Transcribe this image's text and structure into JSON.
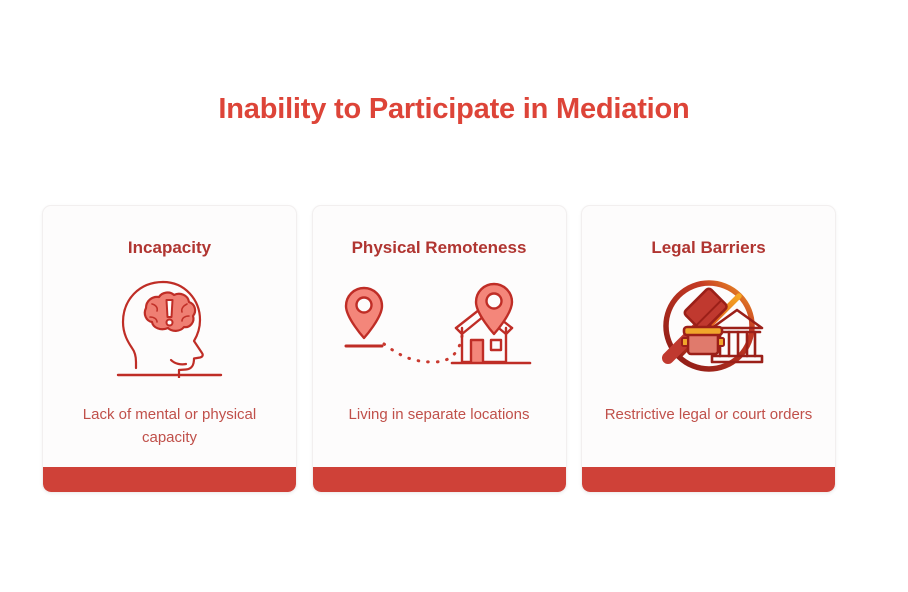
{
  "header": {
    "title": "Inability to Participate in Mediation",
    "title_color": "#dd4438"
  },
  "theme": {
    "page_background": "#ffffff",
    "card_background": "#fdfcfc",
    "card_border": "#f2efef",
    "card_title_color": "#b03531",
    "card_desc_color": "#c0504a",
    "card_bar_color": "#cf4138",
    "icon_outline": "#bf2d26",
    "icon_fill_light": "#f4867a",
    "icon_accent_orange": "#f0932b"
  },
  "cards": [
    {
      "title": "Incapacity",
      "description": "Lack of mental or physical capacity",
      "icon": "head-brain-alert-icon"
    },
    {
      "title": "Physical Remoteness",
      "description": "Living in separate locations",
      "icon": "map-pins-house-icon"
    },
    {
      "title": "Legal Barriers",
      "description": "Restrictive legal or court orders",
      "icon": "gavel-courthouse-prohibited-icon"
    }
  ]
}
